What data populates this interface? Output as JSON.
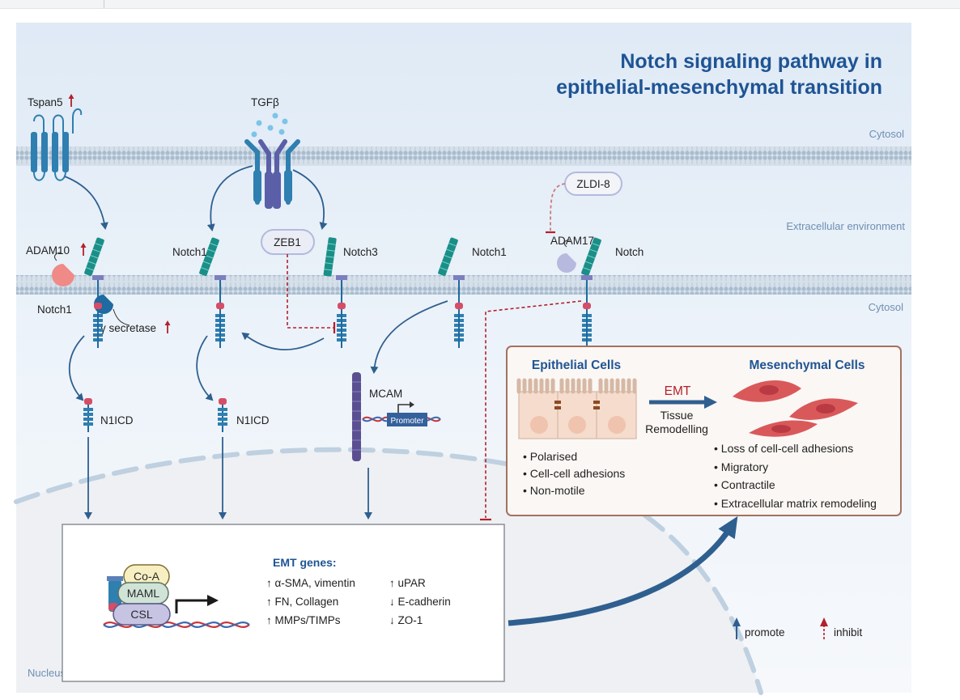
{
  "title": {
    "line1": "Notch signaling pathway in",
    "line2": "epithelial-mesenchymal transition"
  },
  "regions": {
    "cytosol_top": "Cytosol",
    "extracellular": "Extracellular environment",
    "cytosol_mid": "Cytosol",
    "nucleus": "Nucleus"
  },
  "labels": {
    "tspan5": "Tspan5",
    "tgfb": "TGFβ",
    "zldi8": "ZLDI-8",
    "adam10": "ADAM10",
    "notch1_a": "Notch1",
    "notch1_b": "Notch1",
    "zeb1": "ZEB1",
    "notch3": "Notch3",
    "notch1_c": "Notch1",
    "adam17": "ADAM17",
    "notch": "Notch",
    "notch1_low": "Notch1",
    "gamma_secretase": "γ secretase",
    "n1icd_a": "N1ICD",
    "n1icd_b": "N1ICD",
    "mcam": "MCAM",
    "promoter": "Promoter"
  },
  "emt_panel": {
    "epithelial_title": "Epithelial Cells",
    "mesenchymal_title": "Mesenchymal Cells",
    "emt_label": "EMT",
    "tissue_line1": "Tissue",
    "tissue_line2": "Remodelling",
    "epithelial_traits": [
      "• Polarised",
      "• Cell-cell adhesions",
      "• Non-motile"
    ],
    "mesenchymal_traits": [
      "• Loss of cell-cell adhesions",
      "• Migratory",
      "• Contractile",
      "• Extracellular matrix remodeling"
    ]
  },
  "nucleus_box": {
    "complex": [
      "Co-A",
      "MAML",
      "CSL"
    ],
    "genes_title": "EMT genes:",
    "genes": [
      "↑ α-SMA, vimentin",
      "↑ uPAR",
      "↑ FN, Collagen",
      "↓ E-cadherin",
      "↑ MMPs/TIMPs",
      "↓ ZO-1"
    ]
  },
  "legend": {
    "promote": "promote",
    "inhibit": "inhibit"
  },
  "colors": {
    "title": "#1f5494",
    "region_text": "#6f8fb3",
    "background_top": "#e9f1fa",
    "membrane": "#9fb4c9",
    "notch_teal": "#1a8f88",
    "arrow_blue": "#2f5f8f",
    "inhibit_red": "#b3202b",
    "emt_panel_border": "#a5715e",
    "emt_panel_fill": "#fbf7f4",
    "mesenchymal_cell": "#d9595b",
    "epithelial_cell": "#f5dccd"
  }
}
